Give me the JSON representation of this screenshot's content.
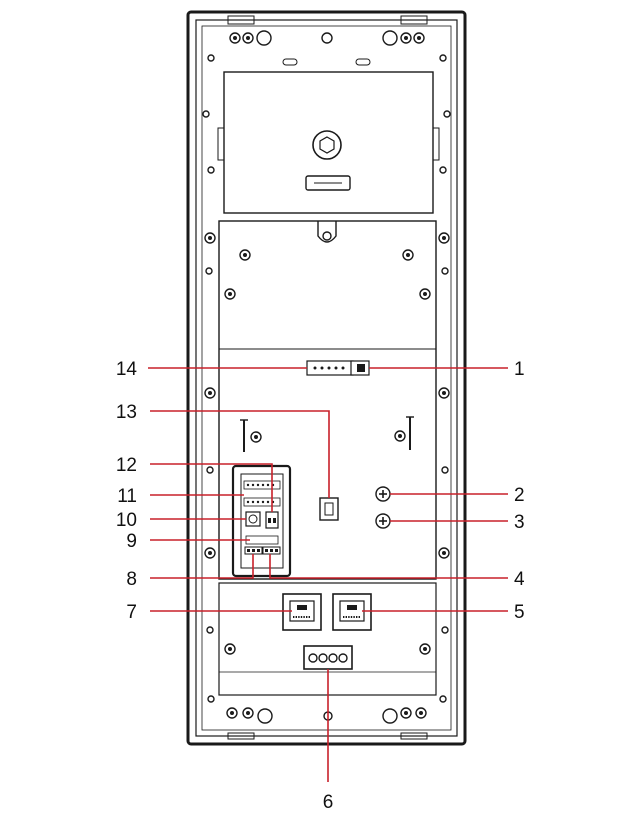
{
  "callouts": [
    {
      "id": "1",
      "label": "1"
    },
    {
      "id": "2",
      "label": "2"
    },
    {
      "id": "3",
      "label": "3"
    },
    {
      "id": "4",
      "label": "4"
    },
    {
      "id": "5",
      "label": "5"
    },
    {
      "id": "6",
      "label": "6"
    },
    {
      "id": "7",
      "label": "7"
    },
    {
      "id": "8",
      "label": "8"
    },
    {
      "id": "9",
      "label": "9"
    },
    {
      "id": "10",
      "label": "10"
    },
    {
      "id": "11",
      "label": "11"
    },
    {
      "id": "12",
      "label": "12"
    },
    {
      "id": "13",
      "label": "13"
    },
    {
      "id": "14",
      "label": "14"
    }
  ],
  "colors": {
    "leader_line": "#c8202a",
    "outline": "#1a1a1a",
    "background": "#ffffff"
  }
}
